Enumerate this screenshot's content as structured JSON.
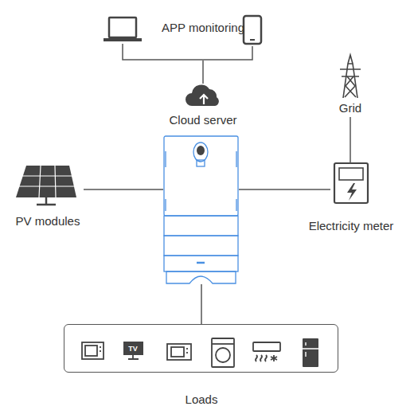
{
  "diagram": {
    "nodes": [
      {
        "text": [
          "APP monitoring"
        ]
      },
      {
        "text": [
          "Grid"
        ]
      },
      {
        "text": [
          "Cloud server"
        ]
      },
      {
        "text": [
          "PV modules"
        ]
      },
      {
        "text": []
      },
      {
        "text": [
          "Electricity meter"
        ]
      },
      {
        "text": [
          "Loads"
        ]
      }
    ],
    "edges": [
      {
        "from": 2,
        "to": 0,
        "arrow": "none"
      },
      {
        "from": 3,
        "to": 4,
        "arrow": "none"
      },
      {
        "from": 4,
        "to": 5,
        "arrow": "none"
      },
      {
        "from": 1,
        "to": 5,
        "arrow": "none"
      },
      {
        "from": 4,
        "to": 6,
        "arrow": "none"
      }
    ],
    "labels": [
      "TV"
    ]
  }
}
